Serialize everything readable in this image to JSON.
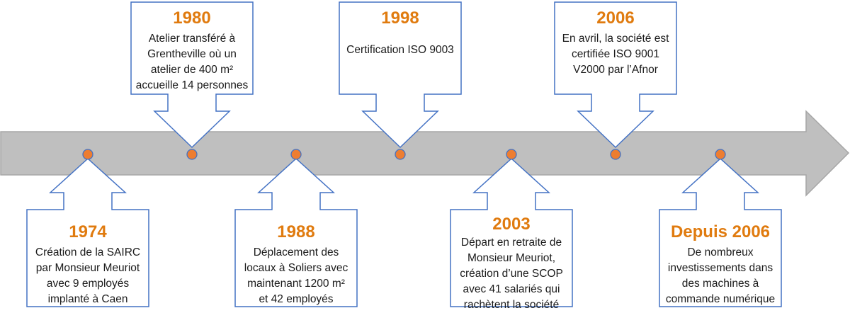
{
  "events": [
    {
      "year": "1974",
      "lines": [
        "Création de la SAIRC",
        "par Monsieur Meuriot",
        "avec 9 employés",
        "implanté à Caen"
      ]
    },
    {
      "year": "1980",
      "lines": [
        "Atelier transféré à",
        "Grentheville où un",
        "atelier de 400 m²",
        "accueille 14 personnes"
      ]
    },
    {
      "year": "1988",
      "lines": [
        "Déplacement des",
        "locaux à Soliers avec",
        "maintenant 1200 m²",
        "et 42 employés"
      ]
    },
    {
      "year": "1998",
      "lines": [
        "Certification ISO 9003"
      ]
    },
    {
      "year": "2003",
      "lines": [
        "Départ en retraite de",
        "Monsieur Meuriot,",
        "création d’une SCOP",
        "avec 41 salariés qui",
        "rachètent la société"
      ]
    },
    {
      "year": "2006",
      "lines": [
        "En avril, la société est",
        "certifiée ISO 9001",
        "V2000 par l’Afnor"
      ]
    },
    {
      "year": "Depuis 2006",
      "lines": [
        "De nombreux",
        "investissements dans",
        "des machines à",
        "commande numérique"
      ]
    }
  ],
  "colors": {
    "arrow_fill": "#BFBFBF",
    "arrow_stroke": "#A6A6A6",
    "dot_fill": "#ED7D31",
    "dot_stroke": "#4472C4",
    "callout_stroke": "#4472C4",
    "year_color": "#E07B0F"
  }
}
